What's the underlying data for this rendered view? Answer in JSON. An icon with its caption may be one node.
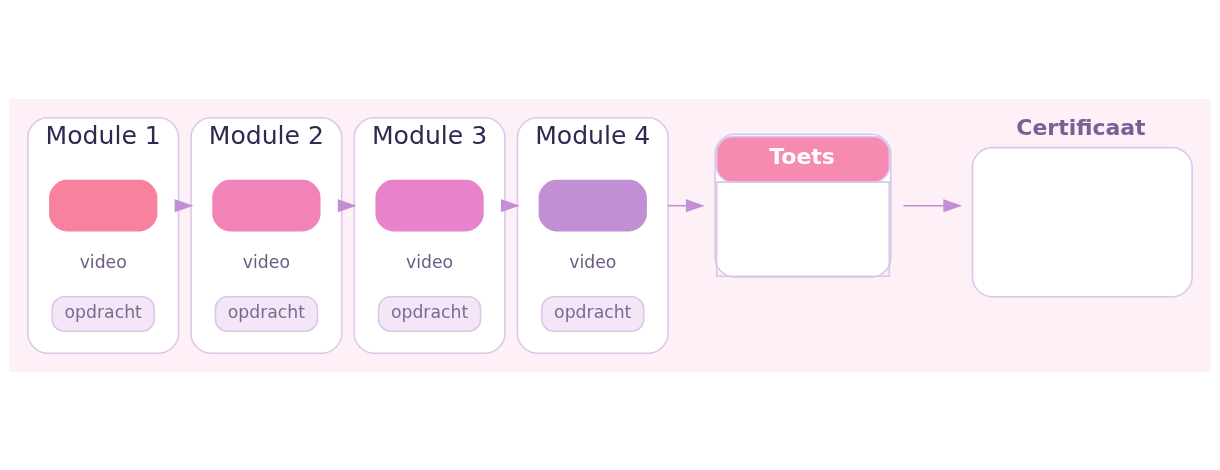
{
  "diagram": {
    "nodes": [
      {
        "text": [
          "Module 1"
        ]
      },
      {
        "text": [],
        "shape": "box",
        "in": 0,
        "beside": [
          "video"
        ]
      },
      {
        "text": [
          "opdracht"
        ],
        "in": 0
      },
      {
        "text": [
          "Module 2"
        ]
      },
      {
        "text": [],
        "shape": "box",
        "in": 3,
        "beside": [
          "video"
        ]
      },
      {
        "text": [
          "opdracht"
        ],
        "in": 3
      },
      {
        "text": [
          "Module 3"
        ]
      },
      {
        "text": [],
        "shape": "box",
        "in": 6,
        "beside": [
          "video"
        ]
      },
      {
        "text": [
          "opdracht"
        ],
        "in": 6
      },
      {
        "text": [
          "Module 4"
        ]
      },
      {
        "text": [],
        "shape": "box",
        "in": 9,
        "beside": [
          "video"
        ]
      },
      {
        "text": [
          "opdracht"
        ],
        "in": 9
      },
      {
        "text": [
          "Toets"
        ]
      },
      {
        "text": [
          "Certificaat"
        ]
      }
    ],
    "edges": [
      {
        "from": 0,
        "to": 3,
        "arrow": "to"
      },
      {
        "from": 3,
        "to": 6,
        "arrow": "to"
      },
      {
        "from": 6,
        "to": 9,
        "arrow": "to"
      },
      {
        "from": 9,
        "to": 12,
        "arrow": "to"
      },
      {
        "from": 12,
        "to": 13,
        "arrow": "to"
      }
    ]
  }
}
